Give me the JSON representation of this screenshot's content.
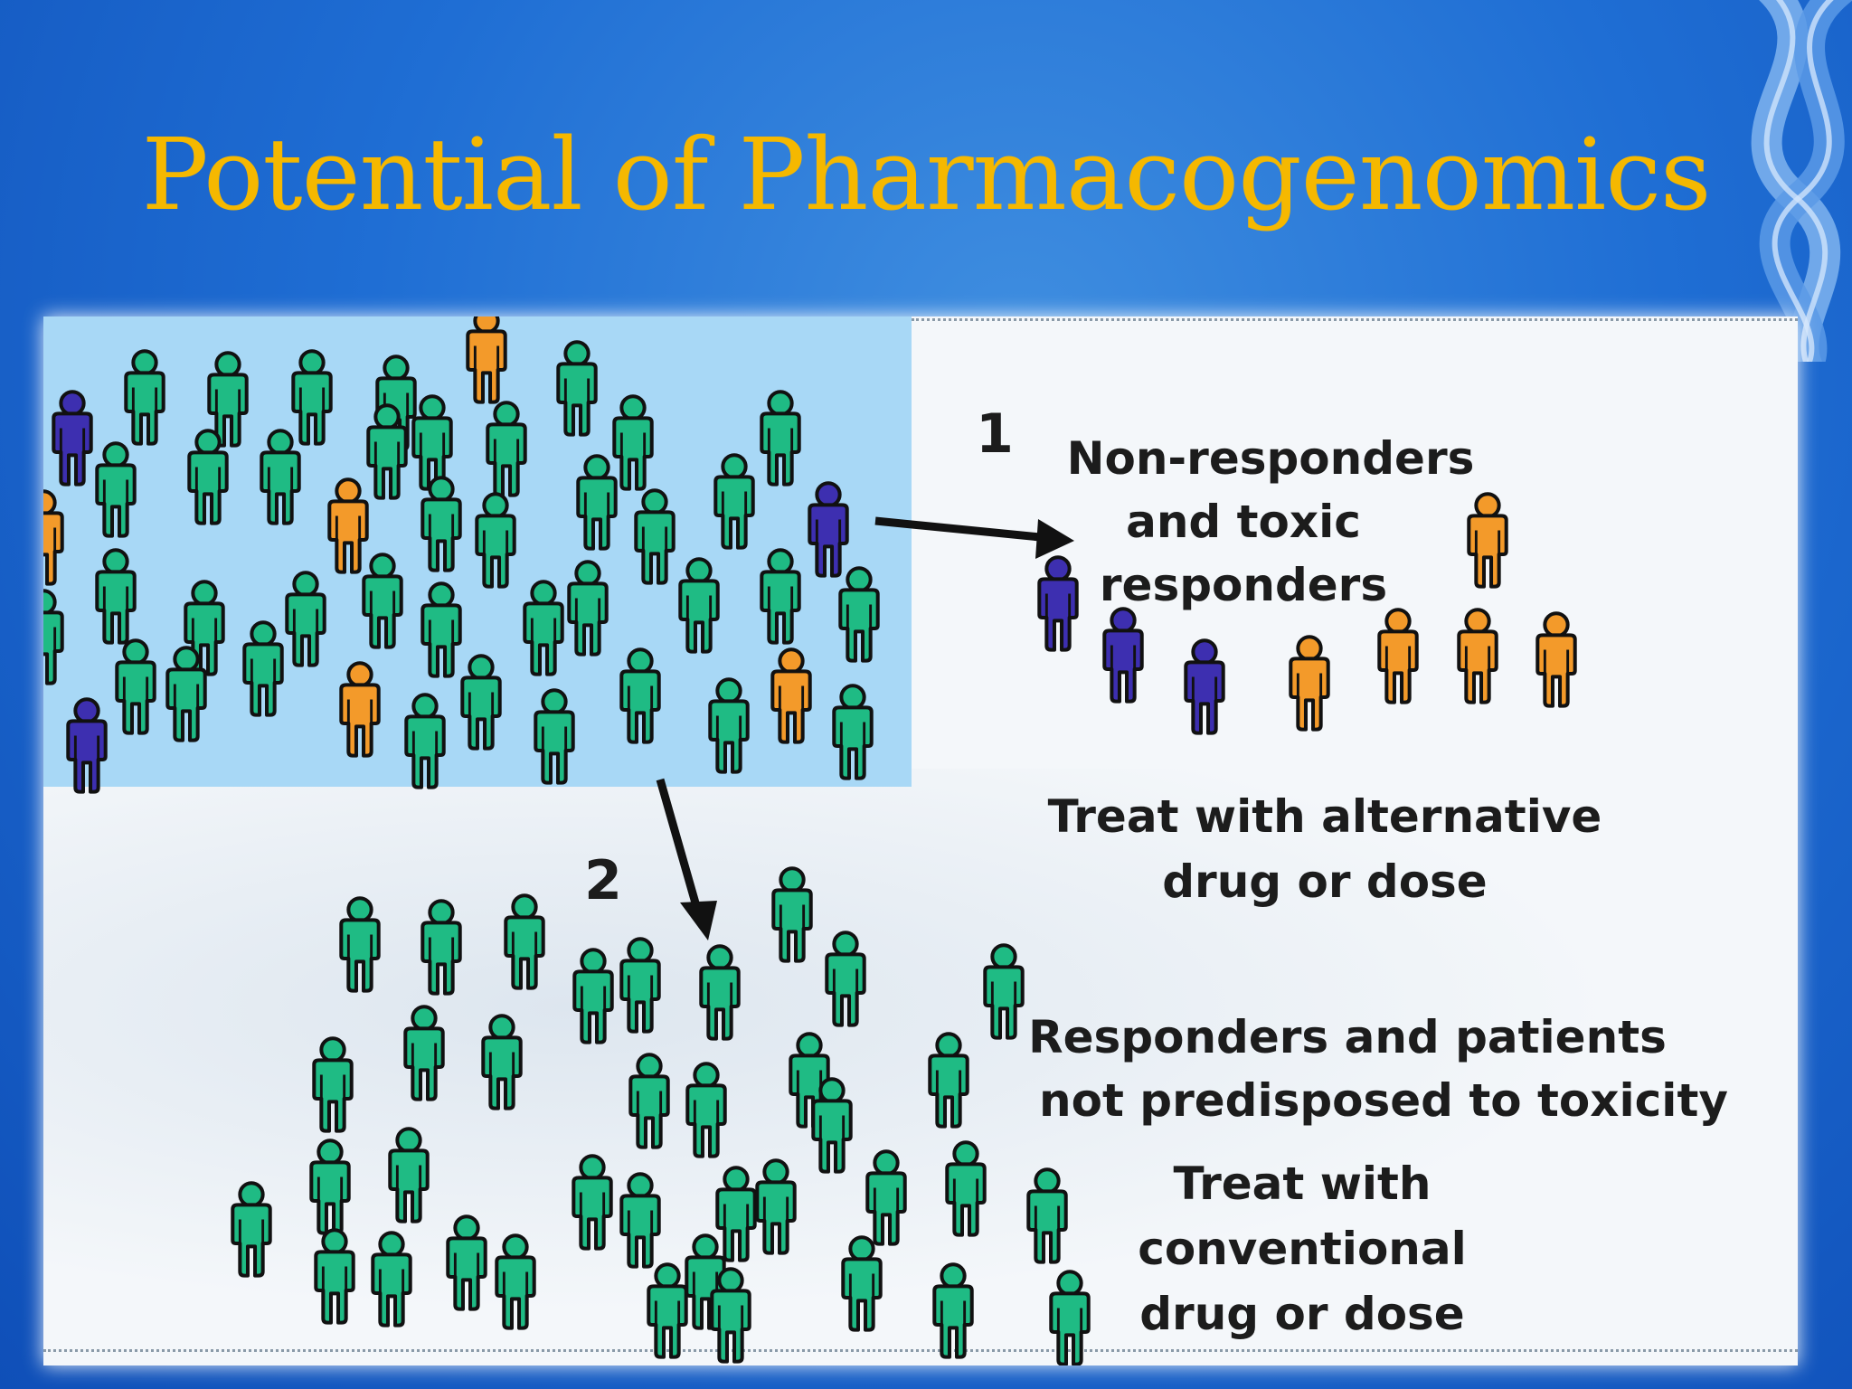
{
  "title": "Potential of Pharmacogenomics",
  "step1": {
    "number": "1",
    "group": [
      "Non-responders",
      "and toxic",
      "responders"
    ],
    "action": [
      "Treat with alternative",
      "drug or dose"
    ]
  },
  "step2": {
    "number": "2",
    "group": [
      "Responders and patients",
      "not predisposed  to toxicity"
    ],
    "action": [
      "Treat with",
      "conventional",
      "drug or dose"
    ]
  },
  "colors": {
    "title": "#f5b800",
    "responder": "#1fbb84",
    "non_responder": "#3d2fb0",
    "toxic_responder": "#f39a2a",
    "arrow": "#111111",
    "population_bg": "#a8d8f6"
  },
  "icons": {
    "person": "person-icon",
    "arrow": "arrow-icon",
    "dna": "dna-helix-icon"
  }
}
